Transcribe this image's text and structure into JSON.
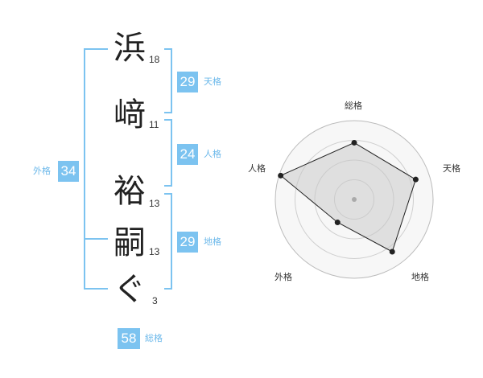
{
  "name": {
    "chars": [
      {
        "char": "浜",
        "strokes": "18"
      },
      {
        "char": "﨑",
        "strokes": "11"
      },
      {
        "char": "裕",
        "strokes": "13"
      },
      {
        "char": "嗣",
        "strokes": "13"
      },
      {
        "char": "ぐ",
        "strokes": "3"
      }
    ]
  },
  "fortunes": {
    "tenkaku": {
      "value": "29",
      "label": "天格"
    },
    "jinkaku": {
      "value": "24",
      "label": "人格"
    },
    "chikaku": {
      "value": "29",
      "label": "地格"
    },
    "gaikaku": {
      "value": "34",
      "label": "外格"
    },
    "soukaku": {
      "value": "58",
      "label": "総格"
    }
  },
  "radar": {
    "labels": [
      "総格",
      "天格",
      "地格",
      "外格",
      "人格"
    ],
    "values": [
      0.72,
      0.82,
      0.82,
      0.36,
      0.98
    ],
    "rings": 4
  }
}
